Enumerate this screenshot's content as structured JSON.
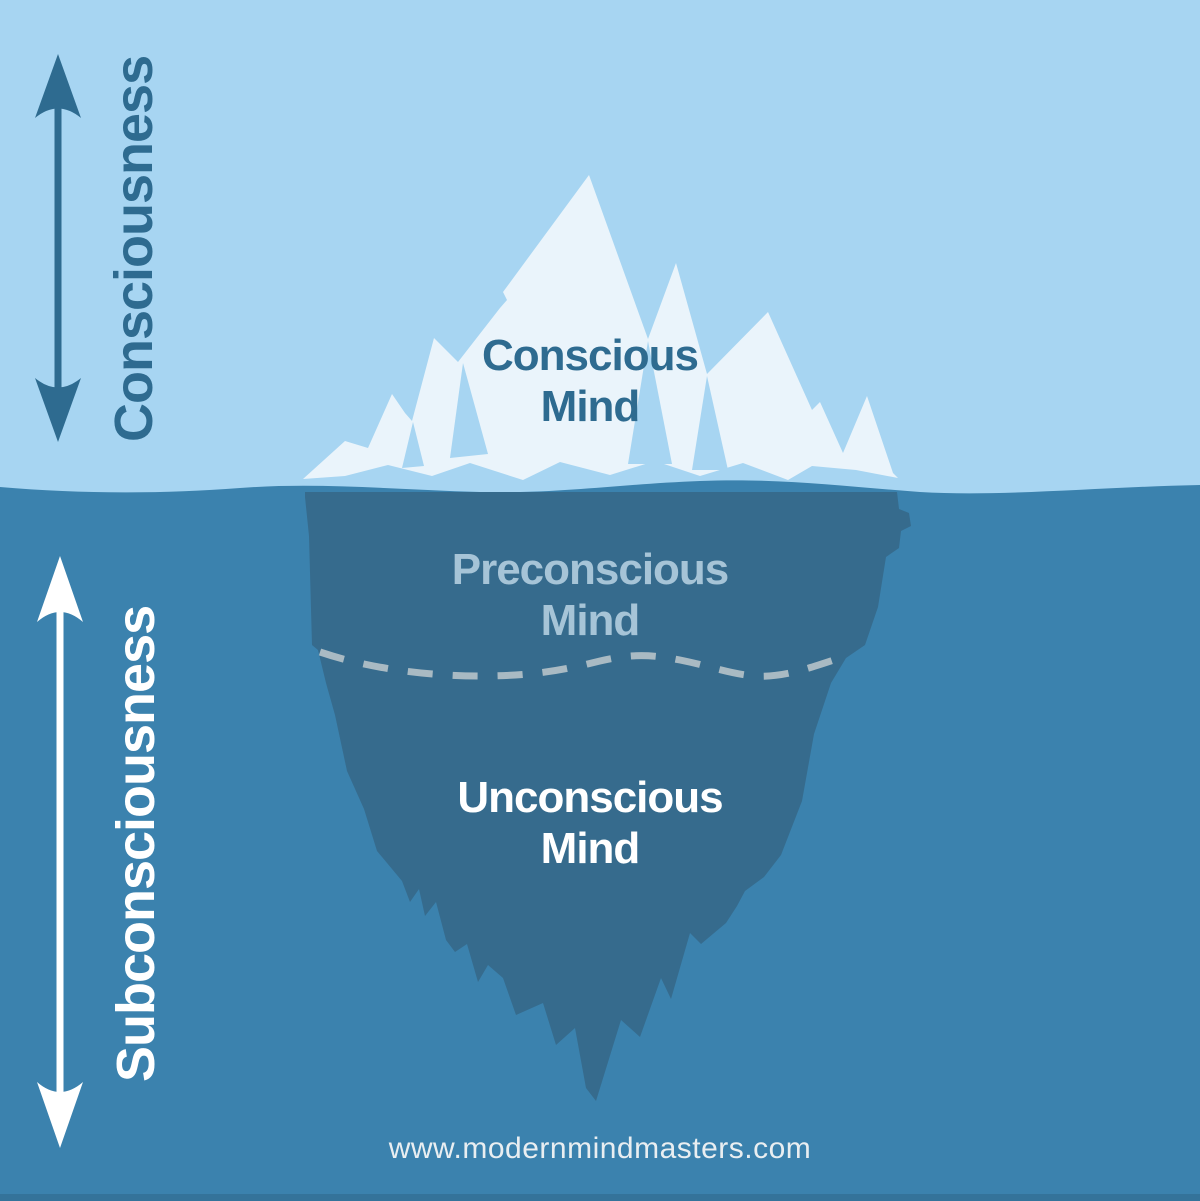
{
  "diagram": {
    "left_axis": {
      "top_label": "Consciousness",
      "bottom_label": "Subconsciousness"
    },
    "zones": [
      {
        "label": "Conscious Mind"
      },
      {
        "label": "Preconscious Mind"
      },
      {
        "label": "Unconscious Mind"
      }
    ],
    "footer": {
      "website": "www.modernmindmasters.com"
    },
    "colors": {
      "sky": "#a7d5f2",
      "water": "#3b82ae",
      "berg_above": "#eaf4fb",
      "berg_below": "#366b8d",
      "ink_dark": "#2e6b90",
      "ink_light": "#a6c4d7",
      "dash": "#a9bac3",
      "footer_text": "#e9eef1",
      "white": "#ffffff"
    }
  }
}
